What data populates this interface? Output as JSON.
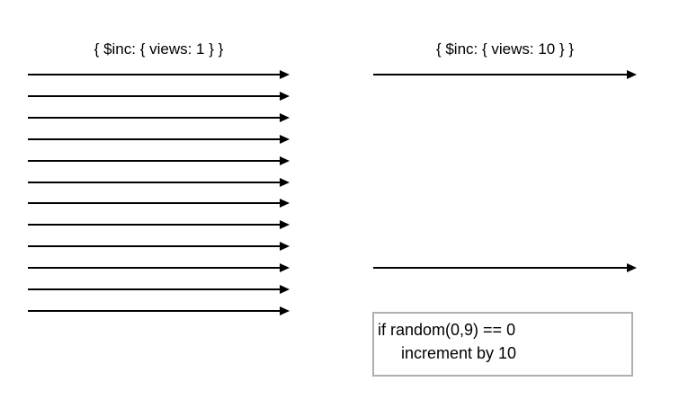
{
  "canvas": {
    "background": "#ffffff",
    "arrow_color": "#000000"
  },
  "left_group": {
    "label": "{ $inc: { views: 1 } }",
    "arrow_count": 12
  },
  "right_group": {
    "label": "{ $inc: { views: 10 } }",
    "arrow_count": 2,
    "note_box": {
      "line1": "if random(0,9) == 0",
      "line2": "increment by 10",
      "border_color": "#b0b0b0"
    }
  }
}
